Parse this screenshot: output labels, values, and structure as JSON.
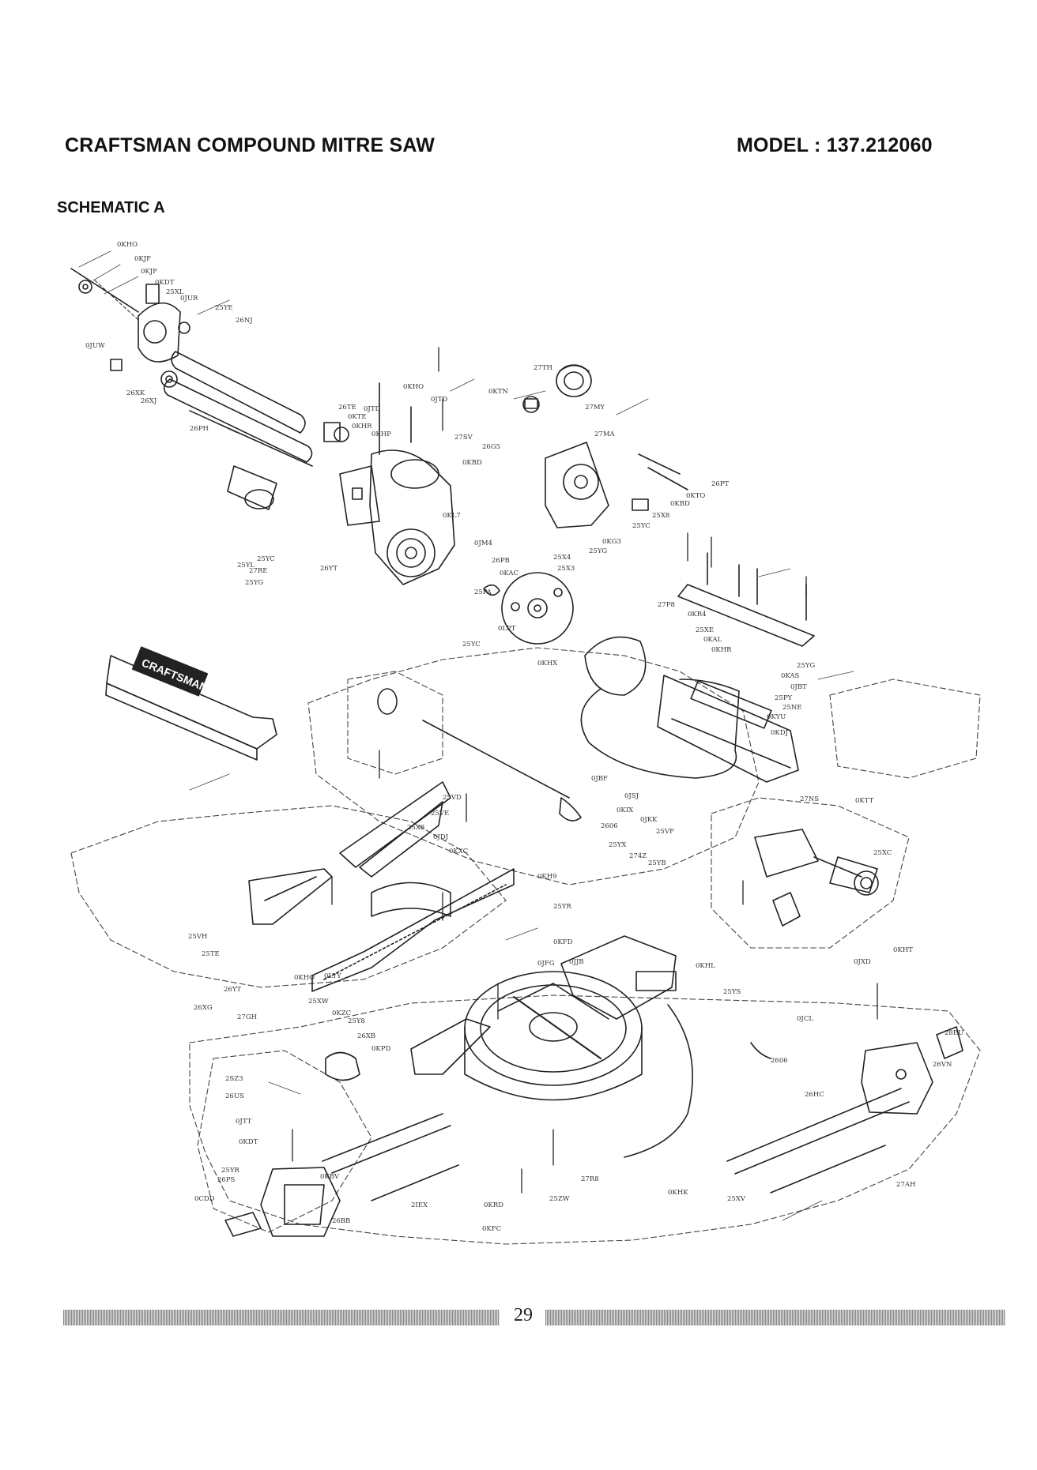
{
  "header": {
    "title": "CRAFTSMAN COMPOUND MITRE SAW",
    "model": "MODEL : 137.212060"
  },
  "section": {
    "title": "SCHEMATIC A"
  },
  "diagram": {
    "brand_label": "CRAFTSMAN",
    "callouts": [
      "0KHO",
      "0KJF",
      "0KJF",
      "0KDT",
      "25XL",
      "0JUR",
      "25YE",
      "26NJ",
      "0JUW",
      "26XK",
      "26XJ",
      "26PH",
      "0KHO",
      "0JTD",
      "26TE",
      "0JTD",
      "0KTE",
      "0KHR",
      "0KHP",
      "27SV",
      "26G5",
      "0KBD",
      "27TH",
      "0KTN",
      "27MY",
      "27MA",
      "26PT",
      "0KTO",
      "0KBD",
      "25X8",
      "25YC",
      "0KG3",
      "25YG",
      "25X4",
      "25X3",
      "26YT",
      "25YG",
      "27RE",
      "25YL",
      "25YC",
      "0KL7",
      "0JM4",
      "0KAC",
      "26PB",
      "25PA",
      "25YC",
      "0KHX",
      "0LPT",
      "27P8",
      "0KR4",
      "25XE",
      "0KAL",
      "0KHR",
      "25YG",
      "0KAS",
      "0JBT",
      "25PY",
      "25NE",
      "0KYU",
      "0KDJ",
      "27NS",
      "0KTT",
      "25XC",
      "0JBF",
      "0KIX",
      "2606",
      "25YX",
      "274Z",
      "25YB",
      "25VF",
      "0JKK",
      "0JSJ",
      "25VD",
      "25VE",
      "25X8",
      "0JDJ",
      "0KXC",
      "0KH9",
      "25YR",
      "0KFD",
      "0JJB",
      "0JFG",
      "0LYY",
      "0KHO",
      "25VH",
      "25TE",
      "26YT",
      "26XG",
      "27GH",
      "25XW",
      "0KZC",
      "0KHL",
      "25YS",
      "0JCL",
      "2606",
      "26HC",
      "2SZ3",
      "26US",
      "0JTT",
      "0KDT",
      "25YR",
      "26PS",
      "0CDD",
      "26BB",
      "2IEX",
      "0KRD",
      "25ZW",
      "27R8",
      "0KHK",
      "25XV",
      "27AH",
      "26VN",
      "28EU",
      "0KHT",
      "0JXD",
      "25Y8",
      "26XB",
      "0KPD",
      "0KBV",
      "0KFC"
    ]
  },
  "footer": {
    "page_number": "29"
  }
}
